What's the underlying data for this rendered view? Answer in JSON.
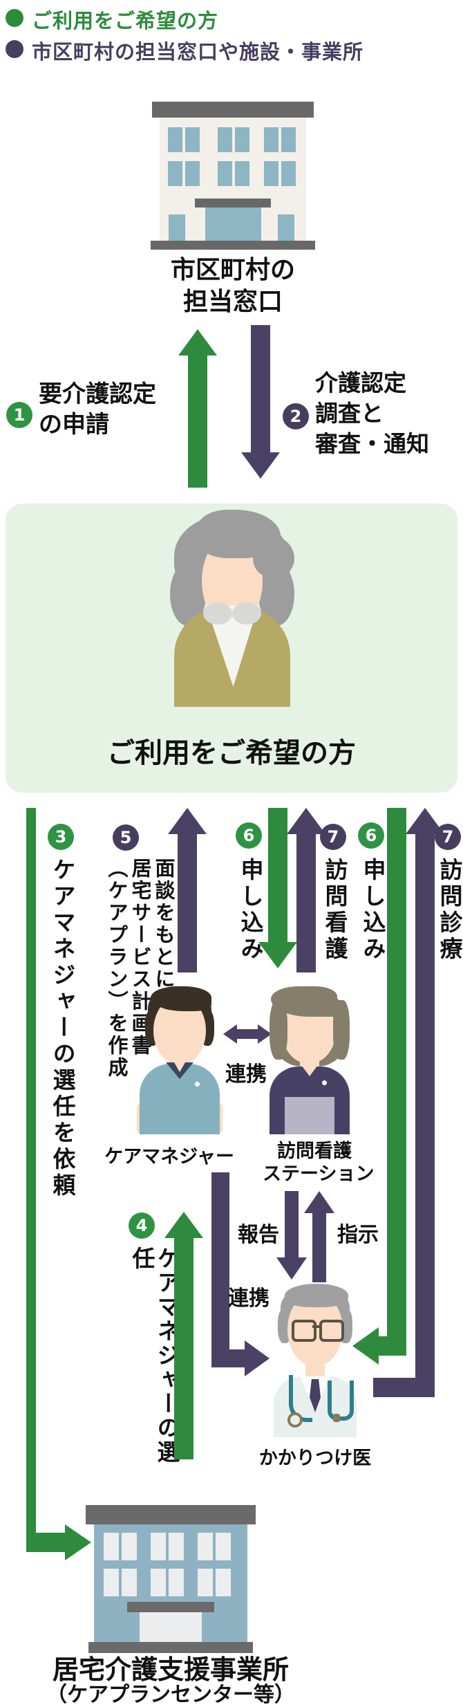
{
  "legend": {
    "item1": "ご利用をご希望の方",
    "item2": "市区町村の担当窓口や施設・事業所"
  },
  "top_building": {
    "name_line1": "市区町村の",
    "name_line2": "担当窓口"
  },
  "user_band": {
    "label": "ご利用をご希望の方"
  },
  "steps": {
    "s1": {
      "num": "1",
      "line1": "要介護認定",
      "line2": "の申請"
    },
    "s2": {
      "num": "2",
      "line1": "介護認定",
      "line2": "調査と",
      "line3": "審査・通知"
    },
    "s3": {
      "num": "3",
      "text": "ケアマネジャーの選任を依頼"
    },
    "s4": {
      "num": "4",
      "text": "ケアマネジャーの選任"
    },
    "s5": {
      "num": "5",
      "col1": "面談をもとに",
      "col2": "居宅サービス計画書",
      "col3": "（ケアプラン）を作成"
    },
    "s6a": {
      "num": "6",
      "text": "申し込み"
    },
    "s7a": {
      "num": "7",
      "text": "訪問看護"
    },
    "s6b": {
      "num": "6",
      "text": "申し込み"
    },
    "s7b": {
      "num": "7",
      "text": "訪問診療"
    }
  },
  "actors": {
    "care_manager": "ケアマネジャー",
    "nurse_line1": "訪問看護",
    "nurse_line2": "ステーション",
    "doctor": "かかりつけ医"
  },
  "links": {
    "renkei_cm_nurse": "連携",
    "renkei_cm_doctor": "連携",
    "report": "報告",
    "instruction": "指示"
  },
  "bottom_building": {
    "name": "居宅介護支援事業所",
    "subname": "（ケアプランセンター等）"
  },
  "colors": {
    "green_arrow": "#2e8b3d",
    "green_badge": "#2e9342",
    "green_text": "#2e8b3c",
    "purple": "#4a4164",
    "purple_badge": "#453e5e",
    "purple_text": "#463f60",
    "band_bg": "#e5f3e4"
  }
}
